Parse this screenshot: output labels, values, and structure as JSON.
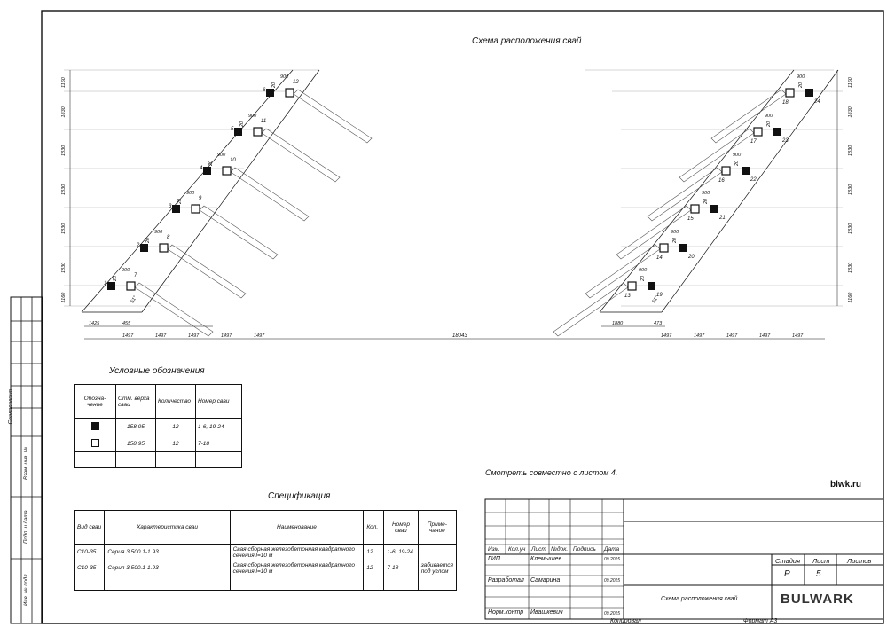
{
  "drawing": {
    "title": "Схема расположения свай",
    "note": "Смотреть совместно с листом 4.",
    "watermark": "blwk.ru",
    "left_side": {
      "pile_labels": [
        {
          "n": "1",
          "m": "7"
        },
        {
          "n": "2",
          "m": "8"
        },
        {
          "n": "3",
          "m": "9"
        },
        {
          "n": "4",
          "m": "10"
        },
        {
          "n": "5",
          "m": "11"
        },
        {
          "n": "6",
          "m": "12"
        }
      ],
      "spacing_label": "900",
      "offset_label": "20",
      "vertical_dims": [
        "1160",
        "1830",
        "1830",
        "1830",
        "1830",
        "1830",
        "1160"
      ],
      "bottom_dims": [
        "1497",
        "1497",
        "1497",
        "1497",
        "1497"
      ],
      "extra_dims": [
        "1425",
        "455"
      ],
      "angle_label": "51°"
    },
    "right_side": {
      "pile_labels": [
        {
          "n": "13",
          "m": "19"
        },
        {
          "n": "14",
          "m": "20"
        },
        {
          "n": "15",
          "m": "21"
        },
        {
          "n": "16",
          "m": "22"
        },
        {
          "n": "17",
          "m": "23"
        },
        {
          "n": "18",
          "m": "24"
        }
      ],
      "vertical_dims": [
        "1160",
        "1830",
        "1830",
        "1830",
        "1830",
        "1830",
        "1160"
      ],
      "bottom_dims": [
        "1497",
        "1497",
        "1497",
        "1497",
        "1497"
      ],
      "extra_dims": [
        "1880",
        "473"
      ],
      "angle_label": "51°"
    },
    "center_dim": "18043"
  },
  "legend": {
    "title": "Условные обозначения",
    "headers": [
      "Обозна-чение",
      "Отм. верха сваи",
      "Количество",
      "Номер сваи"
    ],
    "rows": [
      {
        "symbol": "filled",
        "elev": "158.95",
        "qty": "12",
        "nums": "1-6, 19-24"
      },
      {
        "symbol": "open",
        "elev": "158.95",
        "qty": "12",
        "nums": "7-18"
      }
    ]
  },
  "spec": {
    "title": "Спецификация",
    "headers": [
      "Вид сваи",
      "Характеристика сваи",
      "Наименование",
      "Кол.",
      "Номер сваи",
      "Приме-чание"
    ],
    "rows": [
      {
        "type": "С10-35",
        "char": "Серия 3.500.1-1.93",
        "name": "Свая сборная железобетонная квадратного сечения l=10 м",
        "qty": "12",
        "nums": "1-6, 19-24",
        "note": ""
      },
      {
        "type": "С10-35",
        "char": "Серия 3.500.1-1.93",
        "name": "Свая сборная железобетонная квадратного сечения l=10 м",
        "qty": "12",
        "nums": "7-18",
        "note": "забивается под углом"
      }
    ]
  },
  "side_stamp": {
    "agreed": "Согласовано",
    "items": [
      "Взам. инв. №",
      "Подп. и дата",
      "Инв. № подл."
    ]
  },
  "title_block": {
    "col_headers": [
      "Изм.",
      "Кол.уч",
      "Лист",
      "№док.",
      "Подпись",
      "Дата"
    ],
    "people": [
      {
        "role": "ГИП",
        "name": "Клемышев",
        "date": "09.2015"
      },
      {
        "role": "Разработал",
        "name": "Самарина",
        "date": "09.2015"
      },
      {
        "role": "Норм.контр",
        "name": "Ивашкевич",
        "date": "09.2015"
      }
    ],
    "sheet_title": "Схема расположения свай",
    "stage_header": "Стадия",
    "sheet_header": "Лист",
    "sheets_header": "Листов",
    "stage": "Р",
    "sheet": "5",
    "sheets": "",
    "logo": "BULWARK",
    "copied": "Копировал",
    "format": "Формат А3"
  }
}
